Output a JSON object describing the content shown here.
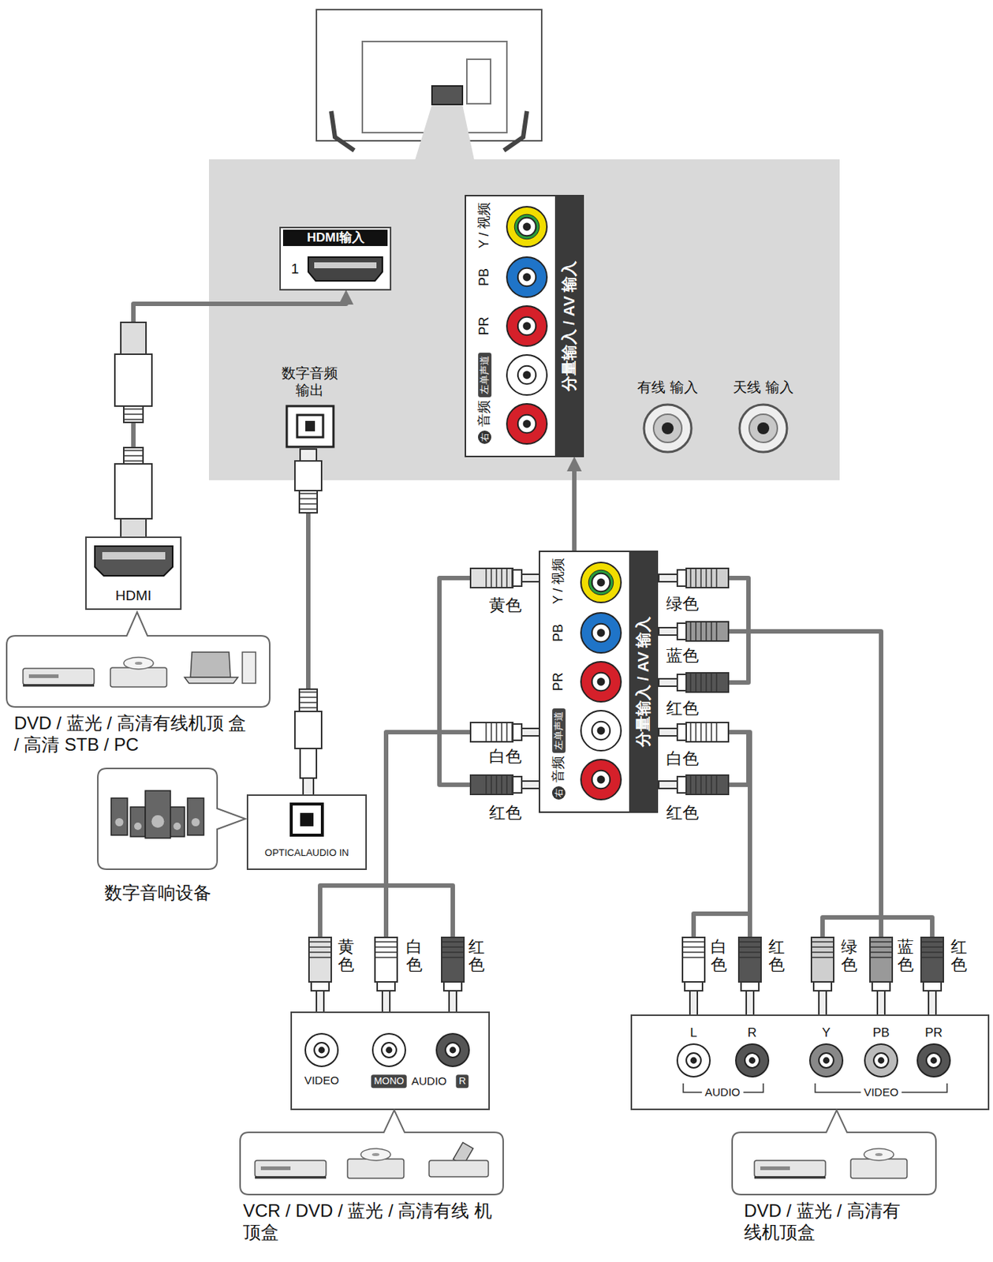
{
  "diagram": {
    "nodes": [
      {
        "text": [
          "HDMI输入",
          "1"
        ]
      },
      {
        "text": [
          "数字音频 输出"
        ]
      },
      {
        "text": [
          "Y / 视频",
          "PB",
          "PR",
          "左单声道",
          "右",
          "音频",
          "分量输入 / AV 输入"
        ]
      },
      {
        "text": [
          "有线 输入"
        ]
      },
      {
        "text": [
          "天线 输入"
        ]
      },
      {
        "text": [
          "HDMI"
        ]
      },
      {
        "text": [
          "DVD / 蓝光 / 高清有线机顶 盒 / 高清 STB / PC"
        ]
      },
      {
        "text": [
          "数字音响设备"
        ]
      },
      {
        "text": [
          "OPTICALAUDIO IN"
        ]
      },
      {
        "text": [
          "Y / 视频",
          "PB",
          "PR",
          "左单声道",
          "右",
          "音频",
          "分量输入 / AV 输入"
        ]
      },
      {
        "text": [
          "VIDEO",
          "MONO",
          "AUDIO",
          "R"
        ]
      },
      {
        "text": [
          "VCR / DVD / 蓝光 / 高清有线 机顶盒"
        ]
      },
      {
        "text": [
          "L",
          "R",
          "AUDIO",
          "Y",
          "PB",
          "PR",
          "VIDEO"
        ]
      },
      {
        "text": [
          "DVD / 蓝光 / 高清有 线机顶盒"
        ]
      }
    ],
    "edges": [
      {
        "from": 5,
        "to": 0,
        "arrow": "to"
      },
      {
        "from": 1,
        "to": 8,
        "arrow": "none"
      },
      {
        "from": 9,
        "to": 2,
        "arrow": "to"
      },
      {
        "from": 10,
        "to": 9,
        "arrow": "none"
      },
      {
        "from": 12,
        "to": 9,
        "arrow": "none"
      },
      {
        "from": 12,
        "to": 9,
        "arrow": "none"
      }
    ],
    "labels": [
      "黄色",
      "白色",
      "红色",
      "绿色",
      "蓝色",
      "红色",
      "白色",
      "红色",
      "黄色",
      "白色",
      "红色",
      "白色",
      "红色",
      "绿色",
      "蓝色",
      "红色"
    ]
  }
}
